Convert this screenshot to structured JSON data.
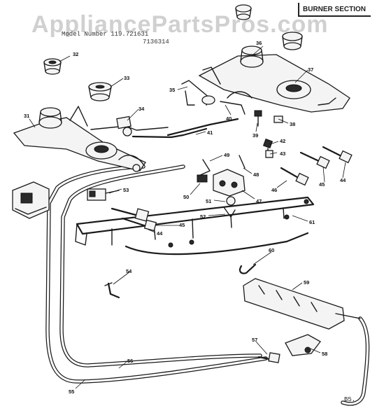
{
  "watermark": "AppliancePartsPros.com",
  "section_title": "BURNER SECTION",
  "model_label": "Model Number 119.721631",
  "model_label_2": "7136314",
  "page_ref": "B5.",
  "callouts": [
    "31",
    "32",
    "33",
    "34",
    "35",
    "36",
    "37",
    "38",
    "39",
    "40",
    "41",
    "42",
    "43",
    "44",
    "45",
    "46",
    "47",
    "48",
    "49",
    "50",
    "51",
    "52",
    "53",
    "54",
    "55",
    "56",
    "57",
    "58",
    "59",
    "60",
    "61"
  ]
}
